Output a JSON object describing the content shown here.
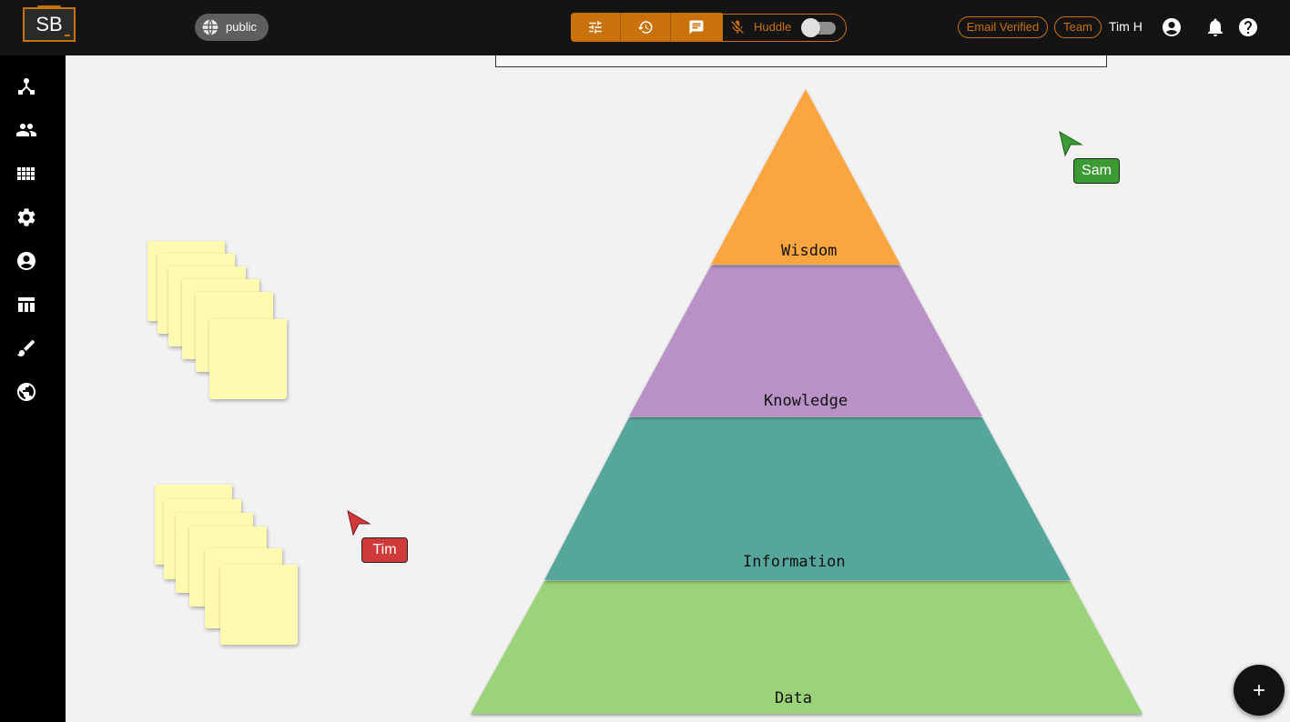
{
  "app": {
    "logo_text": "SB"
  },
  "header": {
    "visibility_label": "public",
    "tools": [
      "settings-sliders",
      "history",
      "chat"
    ],
    "huddle_label": "Huddle",
    "huddle_enabled": false,
    "email_badge": "Email Verified",
    "team_badge": "Team",
    "user_name": "Tim H",
    "accent_color": "#c9710b"
  },
  "sidebar": {
    "items": [
      "graph-icon",
      "people-icon",
      "apps-grid-icon",
      "settings-icon",
      "account-icon",
      "table-icon",
      "brush-icon",
      "globe-icon"
    ]
  },
  "board": {
    "pyramid": {
      "layers": [
        {
          "label": "Wisdom",
          "color": "#fba540"
        },
        {
          "label": "Knowledge",
          "color": "#b991c7"
        },
        {
          "label": "Information",
          "color": "#56a69c"
        },
        {
          "label": "Data",
          "color": "#9ad37a"
        }
      ]
    },
    "note_color": "#fffaaf",
    "cursors": [
      {
        "name": "Sam",
        "color": "#3c9a35"
      },
      {
        "name": "Tim",
        "color": "#d13a3a"
      }
    ]
  }
}
